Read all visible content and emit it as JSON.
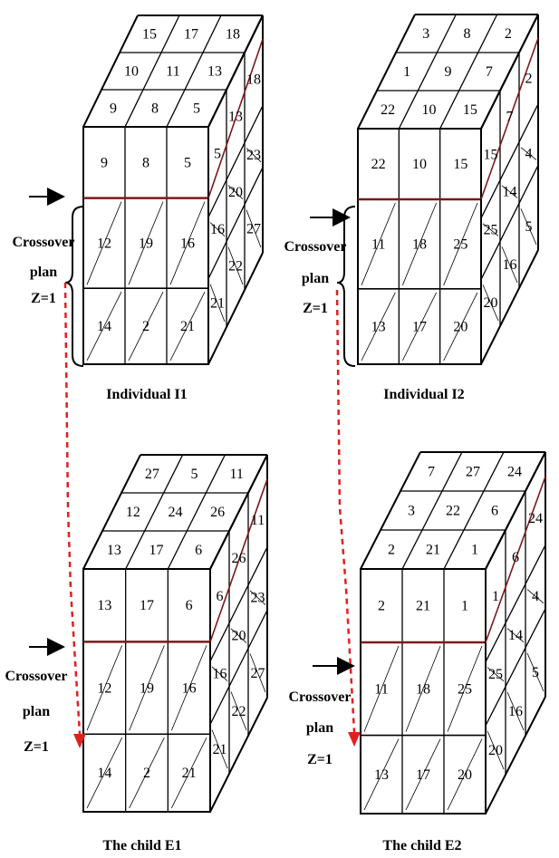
{
  "colors": {
    "line": "#000000",
    "crossover_line": "#7a1a1a",
    "arrow_dashed": "#e02020"
  },
  "crossover_label": {
    "line1": "Crossover",
    "line2": "plan",
    "line3": "Z=1"
  },
  "cubes": [
    {
      "caption": "Individual I1",
      "front": [
        [
          "9",
          "8",
          "5"
        ],
        [
          "12",
          "19",
          "16"
        ],
        [
          "14",
          "2",
          "21"
        ]
      ],
      "top": [
        [
          "15",
          "17",
          "18"
        ],
        [
          "10",
          "11",
          "13"
        ],
        [
          "9",
          "8",
          "5"
        ]
      ],
      "side": [
        [
          "5",
          "13",
          "18"
        ],
        [
          "16",
          "20",
          "23"
        ],
        [
          "21",
          "22",
          "27"
        ]
      ]
    },
    {
      "caption": "Individual I2",
      "front": [
        [
          "22",
          "10",
          "15"
        ],
        [
          "11",
          "18",
          "25"
        ],
        [
          "13",
          "17",
          "20"
        ]
      ],
      "top": [
        [
          "3",
          "8",
          "2"
        ],
        [
          "1",
          "9",
          "7"
        ],
        [
          "22",
          "10",
          "15"
        ]
      ],
      "side": [
        [
          "15",
          "7",
          "2"
        ],
        [
          "25",
          "14",
          "4"
        ],
        [
          "20",
          "16",
          "5"
        ]
      ]
    },
    {
      "caption": "The child E1",
      "front": [
        [
          "13",
          "17",
          "6"
        ],
        [
          "12",
          "19",
          "16"
        ],
        [
          "14",
          "2",
          "21"
        ]
      ],
      "top": [
        [
          "27",
          "5",
          "11"
        ],
        [
          "12",
          "24",
          "26"
        ],
        [
          "13",
          "17",
          "6"
        ]
      ],
      "side": [
        [
          "6",
          "26",
          "11"
        ],
        [
          "16",
          "20",
          "23"
        ],
        [
          "21",
          "22",
          "27"
        ]
      ]
    },
    {
      "caption": "The child E2",
      "front": [
        [
          "2",
          "21",
          "1"
        ],
        [
          "11",
          "18",
          "25"
        ],
        [
          "13",
          "17",
          "20"
        ]
      ],
      "top": [
        [
          "7",
          "27",
          "24"
        ],
        [
          "3",
          "22",
          "6"
        ],
        [
          "2",
          "21",
          "1"
        ]
      ],
      "side": [
        [
          "1",
          "6",
          "24"
        ],
        [
          "25",
          "14",
          "4"
        ],
        [
          "20",
          "16",
          "5"
        ]
      ]
    }
  ]
}
